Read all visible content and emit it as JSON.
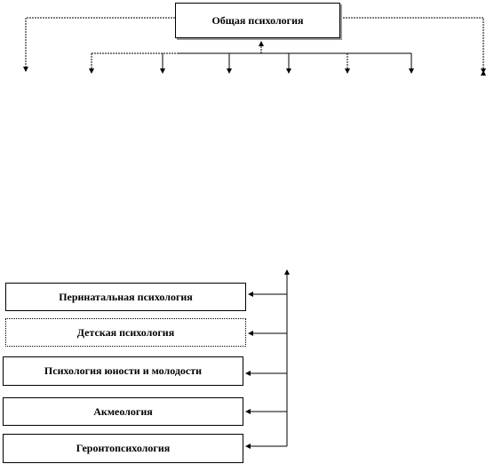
{
  "diagram": {
    "top": {
      "root_label": "Общая психология"
    },
    "branches": [
      "Перинатальная психология",
      "Детская психология",
      "Психология юности и молодости",
      "Акмеология",
      "Геронтопсихология"
    ]
  }
}
